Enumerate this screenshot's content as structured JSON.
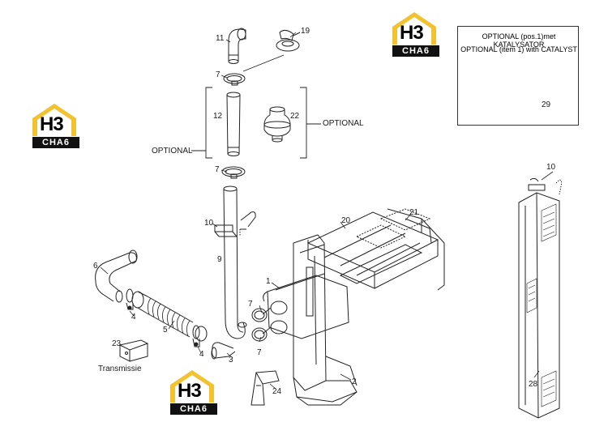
{
  "watermark": {
    "logo_top": "H3",
    "logo_bottom": "CHA6"
  },
  "inset": {
    "line1": "OPTIONAL (pos.1)met KATALYSATOR",
    "line2": "OPTIONAL (item 1) with CATALYST",
    "item": "29"
  },
  "labels": {
    "l11": "11",
    "l19": "19",
    "l7a": "7",
    "l12": "12",
    "l22": "22",
    "optional_right": "OPTIONAL",
    "optional_left": "OPTIONAL",
    "l7b": "7",
    "l10a": "10",
    "l9": "9",
    "l20": "20",
    "l21": "21",
    "l1": "1",
    "l6": "6",
    "l4a": "4",
    "l5": "5",
    "l7c": "7",
    "l7d": "7",
    "l4b": "4",
    "l3": "3",
    "l23": "23",
    "transmissie": "Transmissie",
    "l2": "2",
    "l24": "24",
    "l10b": "10",
    "l28": "28"
  }
}
